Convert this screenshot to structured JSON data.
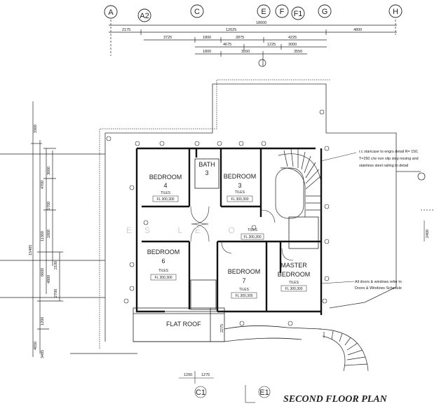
{
  "grid_labels_top": [
    "A",
    "A2",
    "C",
    "E",
    "F",
    "F1",
    "G",
    "H"
  ],
  "grid_labels_bottom": [
    "C1",
    "E1"
  ],
  "dims_top": {
    "overall": "18600",
    "row2": [
      "2175",
      "12625",
      "4800"
    ],
    "row3": [
      "3725",
      "1800",
      "2875",
      "4225"
    ],
    "row4": [
      "4675",
      "1225",
      "3000"
    ],
    "row5": [
      "1800",
      "3550",
      "3550"
    ]
  },
  "dims_left": [
    "3300",
    "4700",
    "3000",
    "1700",
    "1800",
    "11300",
    "15485",
    "6600",
    "2100",
    "4800",
    "2700",
    "1200",
    "4650",
    "3485"
  ],
  "dims_right": [
    "2400"
  ],
  "dims_bottom": [
    "1200",
    "1275"
  ],
  "dims_misc": [
    "2275"
  ],
  "rooms": [
    {
      "name": "BEDROOM",
      "number": "4",
      "finish": "TILES",
      "level": "FL 300,300"
    },
    {
      "name": "BATH",
      "number": "3"
    },
    {
      "name": "BEDROOM",
      "number": "3",
      "finish": "TILES",
      "level": "FL 300,300"
    },
    {
      "name": "BEDROOM",
      "number": "6",
      "finish": "TILES",
      "level": "FL 300,300"
    },
    {
      "name": "BEDROOM",
      "number": "7",
      "finish": "TILES",
      "level": "FL 300,300"
    },
    {
      "name": "MASTER",
      "number": "BEDROOM",
      "finish": "TILES",
      "level": "FL 300,300"
    }
  ],
  "corridor": {
    "finish": "TILES",
    "level": "FL 300,300"
  },
  "flat_roof": "FLAT ROOF",
  "notes": {
    "staircase": [
      "r.c staircase to engrs detail R= 150,",
      "T=250 c/w non slip step nosing and",
      "stainless steel railing to detail"
    ],
    "doors": [
      "All doors & windows refer to",
      "Doors & Windows Schedule"
    ]
  },
  "title": "SECOND FLOOR PLAN",
  "watermark": "ES LE O"
}
